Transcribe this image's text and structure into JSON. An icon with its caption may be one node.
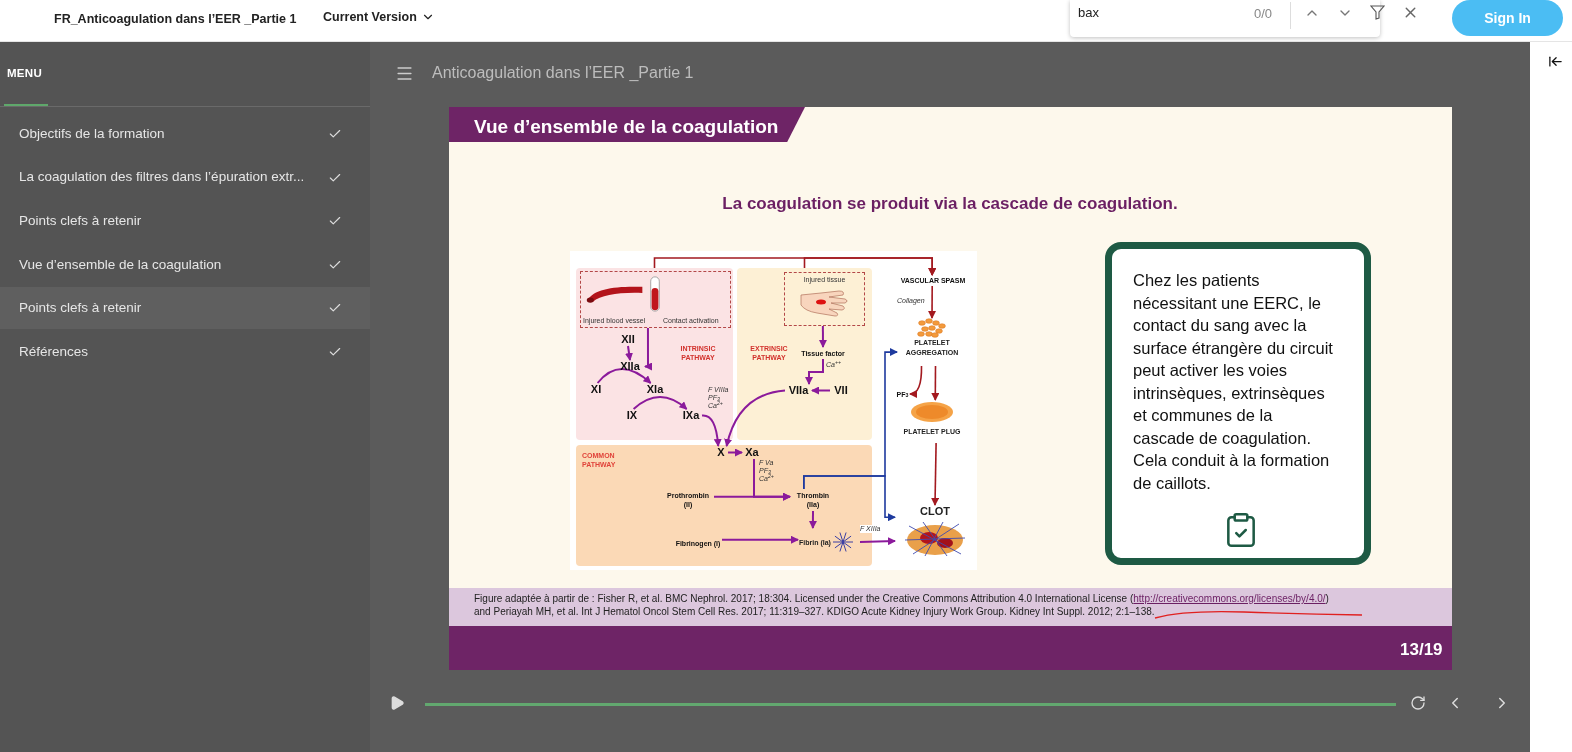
{
  "diagram": {
    "nodes": [
      {
        "text": [
          "INTRINSIC PATHWAY"
        ]
      },
      {
        "text": [
          "EXTRINSIC PATHWAY"
        ]
      },
      {
        "text": [
          "COMMON PATHWAY"
        ]
      },
      {
        "text": [
          "Injured blood vessel",
          "Contact activation"
        ],
        "in": 0
      },
      {
        "text": [
          "XII"
        ],
        "in": 0
      },
      {
        "text": [
          "XIIa"
        ],
        "in": 0
      },
      {
        "text": [
          "XI"
        ],
        "in": 0
      },
      {
        "text": [
          "XIa"
        ],
        "in": 0
      },
      {
        "text": [
          "IX"
        ],
        "in": 0
      },
      {
        "text": [
          "IXa"
        ],
        "in": 0
      },
      {
        "text": [
          "Injured tissue"
        ],
        "in": 1
      },
      {
        "text": [
          "Tissue factor"
        ],
        "in": 1
      },
      {
        "text": [
          "VII"
        ],
        "in": 1
      },
      {
        "text": [
          "VIIa"
        ],
        "in": 1
      },
      {
        "text": [
          "X"
        ],
        "in": 2
      },
      {
        "text": [
          "Xa"
        ],
        "in": 2
      },
      {
        "text": [
          "Prothrombin (II)"
        ],
        "in": 2
      },
      {
        "text": [
          "Thrombin (IIa)"
        ],
        "in": 2
      },
      {
        "text": [
          "Fibrinogen (I)"
        ],
        "in": 2
      },
      {
        "text": [
          "Fibrin (Ia)"
        ],
        "in": 2
      },
      {
        "text": [
          "VASCULAR SPASM"
        ]
      },
      {
        "text": [
          "PLATELET AGGREGATION"
        ]
      },
      {
        "text": [
          "PLATELET PLUG"
        ]
      },
      {
        "text": [
          "CLOT"
        ]
      },
      {
        "text": [
          "PF$_{3}$"
        ]
      }
    ],
    "edges": [
      {
        "from": 0,
        "to": 20,
        "arrow": "to",
        "color": "#a3191f"
      },
      {
        "from": 1,
        "to": 20,
        "arrow": "to",
        "color": "#a3191f"
      },
      {
        "from": 3,
        "to": 5,
        "arrow": "to"
      },
      {
        "from": 4,
        "to": 5,
        "arrow": "to"
      },
      {
        "from": 6,
        "to": 7,
        "arrow": "to"
      },
      {
        "from": 8,
        "to": 9,
        "arrow": "to"
      },
      {
        "from": 9,
        "to": 14,
        "arrow": "to",
        "label": "F VIIIa PF$_{3}$ Ca$^{2+}$"
      },
      {
        "from": 10,
        "to": 11,
        "arrow": "to"
      },
      {
        "from": 11,
        "to": 13,
        "arrow": "to",
        "label": "Ca$^{++}$"
      },
      {
        "from": 12,
        "to": 13,
        "arrow": "to"
      },
      {
        "from": 13,
        "to": 14,
        "arrow": "to"
      },
      {
        "from": 14,
        "to": 15,
        "arrow": "to"
      },
      {
        "from": 15,
        "to": 17,
        "arrow": "to",
        "label": "F Va PF$_{3}$ Ca$^{2+}$"
      },
      {
        "from": 16,
        "to": 17,
        "arrow": "to"
      },
      {
        "from": 17,
        "to": 19,
        "arrow": "to"
      },
      {
        "from": 18,
        "to": 19,
        "arrow": "to"
      },
      {
        "from": 19,
        "to": 23,
        "arrow": "to",
        "label": "F XIIIa"
      },
      {
        "from": 17,
        "to": 21,
        "arrow": "to",
        "color": "#1e3a9e"
      },
      {
        "from": 17,
        "to": 23,
        "arrow": "to",
        "color": "#1e3a9e"
      },
      {
        "from": 20,
        "to": 21,
        "arrow": "to",
        "color": "#a3191f",
        "label": "Collagen"
      },
      {
        "from": 21,
        "to": 24,
        "arrow": "to",
        "color": "#a3191f"
      },
      {
        "from": 21,
        "to": 22,
        "arrow": "to",
        "color": "#a3191f"
      },
      {
        "from": 22,
        "to": 23,
        "arrow": "to",
        "color": "#a3191f"
      }
    ],
    "labels": [
      "FR_Anticoagulation dans l’EER _Partie 1",
      "Current Version",
      "bax",
      "0/0",
      "Sign In",
      "MENU",
      "Objectifs de la formation",
      "La coagulation des filtres dans l’épuration extr...",
      "Points clefs à retenir",
      "Vue d’ensemble de la coagulation",
      "Points clefs à retenir",
      "Références",
      "Anticoagulation dans l’EER _Partie 1",
      "Vue d’ensemble de la coagulation",
      "La coagulation se produit via la cascade de coagulation.",
      "Chez les patients nécessitant une EERC, le contact du sang avec la surface étrangère du circuit peut activer les voies intrinsèques, extrinsèques et communes de la cascade de coagulation. Cela conduit à la formation de caillots.",
      "Figure adaptée à partir de : Fisher R, et al. BMC Nephrol. 2017; 18:304. Licensed under the Creative Commons Attribution 4.0 International License (",
      "http://creativecommons.org/licenses/by/4.0/",
      ") and Periayah MH, et al. Int J Hematol Oncol Stem Cell Res. 2017; 11:319–327. KDIGO Acute Kidney Injury Work Group. Kidney Int Suppl. 2012; 2:1–138.",
      "13/19"
    ]
  }
}
